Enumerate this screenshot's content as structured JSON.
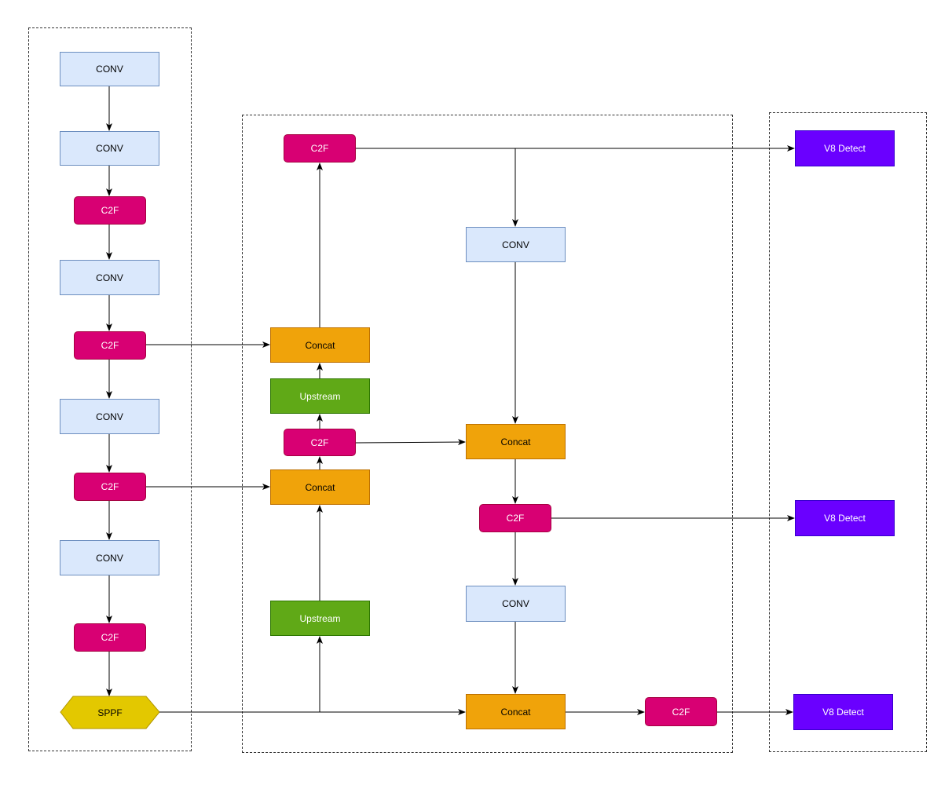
{
  "nodes": {
    "b_conv1": {
      "label": "CONV",
      "kind": "conv"
    },
    "b_conv2": {
      "label": "CONV",
      "kind": "conv"
    },
    "b_c2f1": {
      "label": "C2F",
      "kind": "c2f"
    },
    "b_conv3": {
      "label": "CONV",
      "kind": "conv"
    },
    "b_c2f2": {
      "label": "C2F",
      "kind": "c2f"
    },
    "b_conv4": {
      "label": "CONV",
      "kind": "conv"
    },
    "b_c2f3": {
      "label": "C2F",
      "kind": "c2f"
    },
    "b_conv5": {
      "label": "CONV",
      "kind": "conv"
    },
    "b_c2f4": {
      "label": "C2F",
      "kind": "c2f"
    },
    "b_sppf": {
      "label": "SPPF",
      "kind": "sppf"
    },
    "n_c2f_top": {
      "label": "C2F",
      "kind": "c2f"
    },
    "n_concat_a": {
      "label": "Concat",
      "kind": "concat"
    },
    "n_upstream_a": {
      "label": "Upstream",
      "kind": "upstream"
    },
    "n_c2f_mid": {
      "label": "C2F",
      "kind": "c2f"
    },
    "n_concat_b": {
      "label": "Concat",
      "kind": "concat"
    },
    "n_upstream_b": {
      "label": "Upstream",
      "kind": "upstream"
    },
    "n_conv_a": {
      "label": "CONV",
      "kind": "conv"
    },
    "n_concat_c": {
      "label": "Concat",
      "kind": "concat"
    },
    "n_c2f_r": {
      "label": "C2F",
      "kind": "c2f"
    },
    "n_conv_b": {
      "label": "CONV",
      "kind": "conv"
    },
    "n_concat_d": {
      "label": "Concat",
      "kind": "concat"
    },
    "n_c2f_bottom": {
      "label": "C2F",
      "kind": "c2f"
    },
    "h_detect1": {
      "label": "V8 Detect",
      "kind": "detect"
    },
    "h_detect2": {
      "label": "V8 Detect",
      "kind": "detect"
    },
    "h_detect3": {
      "label": "V8 Detect",
      "kind": "detect"
    }
  },
  "edges": [
    {
      "from": "b_conv1",
      "to": "b_conv2"
    },
    {
      "from": "b_conv2",
      "to": "b_c2f1"
    },
    {
      "from": "b_c2f1",
      "to": "b_conv3"
    },
    {
      "from": "b_conv3",
      "to": "b_c2f2"
    },
    {
      "from": "b_c2f2",
      "to": "b_conv4"
    },
    {
      "from": "b_conv4",
      "to": "b_c2f3"
    },
    {
      "from": "b_c2f3",
      "to": "b_conv5"
    },
    {
      "from": "b_conv5",
      "to": "b_c2f4"
    },
    {
      "from": "b_c2f4",
      "to": "b_sppf"
    },
    {
      "from": "b_c2f2",
      "to": "n_concat_a"
    },
    {
      "from": "b_c2f3",
      "to": "n_concat_b"
    },
    {
      "from": "b_sppf",
      "to": "n_upstream_b"
    },
    {
      "from": "b_sppf",
      "to": "n_concat_d"
    },
    {
      "from": "n_upstream_b",
      "to": "n_concat_b"
    },
    {
      "from": "n_concat_b",
      "to": "n_c2f_mid"
    },
    {
      "from": "n_c2f_mid",
      "to": "n_upstream_a"
    },
    {
      "from": "n_c2f_mid",
      "to": "n_concat_c"
    },
    {
      "from": "n_upstream_a",
      "to": "n_concat_a"
    },
    {
      "from": "n_concat_a",
      "to": "n_c2f_top"
    },
    {
      "from": "n_c2f_top",
      "to": "h_detect1"
    },
    {
      "from": "n_c2f_top",
      "to": "n_conv_a"
    },
    {
      "from": "n_conv_a",
      "to": "n_concat_c"
    },
    {
      "from": "n_concat_c",
      "to": "n_c2f_r"
    },
    {
      "from": "n_c2f_r",
      "to": "h_detect2"
    },
    {
      "from": "n_c2f_r",
      "to": "n_conv_b"
    },
    {
      "from": "n_conv_b",
      "to": "n_concat_d"
    },
    {
      "from": "n_concat_d",
      "to": "n_c2f_bottom"
    },
    {
      "from": "n_c2f_bottom",
      "to": "h_detect3"
    }
  ]
}
